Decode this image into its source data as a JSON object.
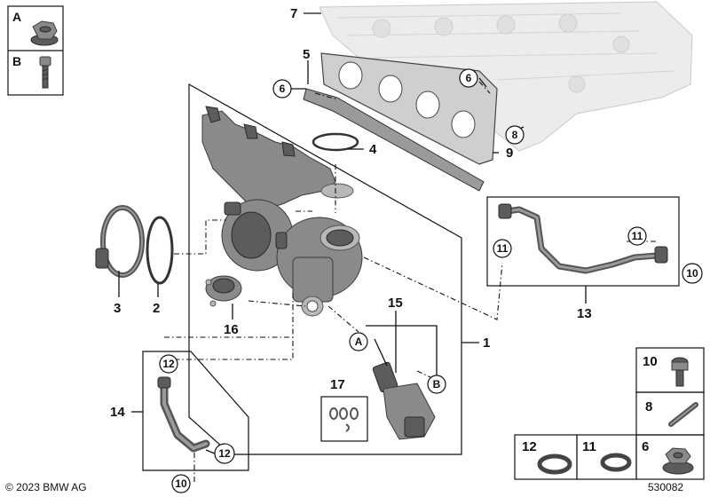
{
  "legend": {
    "a": {
      "letter": "A"
    },
    "b": {
      "letter": "B"
    }
  },
  "callouts": {
    "n7": "7",
    "n5": "5",
    "n6a": "6",
    "n6b": "6",
    "n4": "4",
    "n8": "8",
    "n9": "9",
    "n3": "3",
    "n2": "2",
    "n16": "16",
    "n15": "15",
    "nA": "A",
    "nB": "B",
    "n1": "1",
    "n17": "17",
    "n11a": "11",
    "n11b": "11",
    "n10a": "10",
    "n13": "13",
    "n14": "14",
    "n12a": "12",
    "n12b": "12",
    "n10b": "10"
  },
  "small_parts": {
    "p10": "10",
    "p8": "8",
    "p12": "12",
    "p11": "11",
    "p6": "6"
  },
  "footer": {
    "copyright": "© 2023 BMW AG",
    "diagram_number": "530082"
  },
  "colors": {
    "line": "#111111",
    "part_mid": "#8a8a8a",
    "part_dark": "#5c5c5c",
    "ghost_head": "#ececec"
  }
}
